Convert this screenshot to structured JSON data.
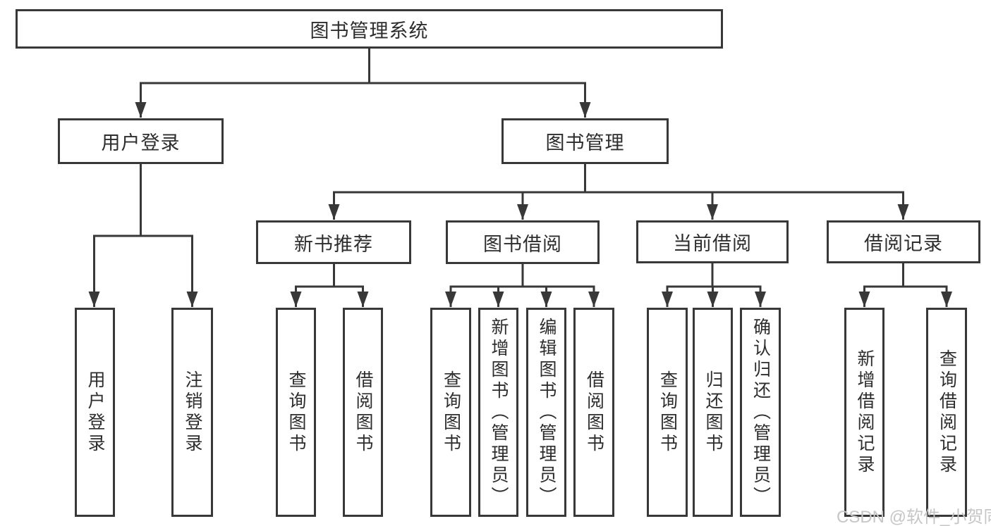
{
  "diagram": {
    "root": {
      "label": "图书管理系统"
    },
    "level2": {
      "user_login": {
        "label": "用户登录"
      },
      "book_mgmt": {
        "label": "图书管理"
      }
    },
    "level3": {
      "new_book": {
        "label": "新书推荐"
      },
      "book_borrow": {
        "label": "图书借阅"
      },
      "current_borrow": {
        "label": "当前借阅"
      },
      "borrow_records": {
        "label": "借阅记录"
      }
    },
    "leaves": {
      "g1a": {
        "label": "用户登录"
      },
      "g1b": {
        "label": "注销登录"
      },
      "g2a": {
        "label": "查询图书"
      },
      "g2b": {
        "label": "借阅图书"
      },
      "g3a": {
        "label": "查询图书"
      },
      "g3b": {
        "label": "新增图书（管理员）"
      },
      "g3c": {
        "label": "编辑图书（管理员）"
      },
      "g3d": {
        "label": "借阅图书"
      },
      "g4a": {
        "label": "查询图书"
      },
      "g4b": {
        "label": "归还图书"
      },
      "g4c": {
        "label": "确认归还（管理员）"
      },
      "g5a": {
        "label": "新增借阅记录"
      },
      "g5b": {
        "label": "查询借阅记录"
      }
    }
  },
  "watermark": "CSDN @软件_小贺同学",
  "colors": {
    "line": "#383838",
    "text": "#2d2d2d",
    "watermark": "#c6c6c6",
    "background": "#ffffff"
  }
}
